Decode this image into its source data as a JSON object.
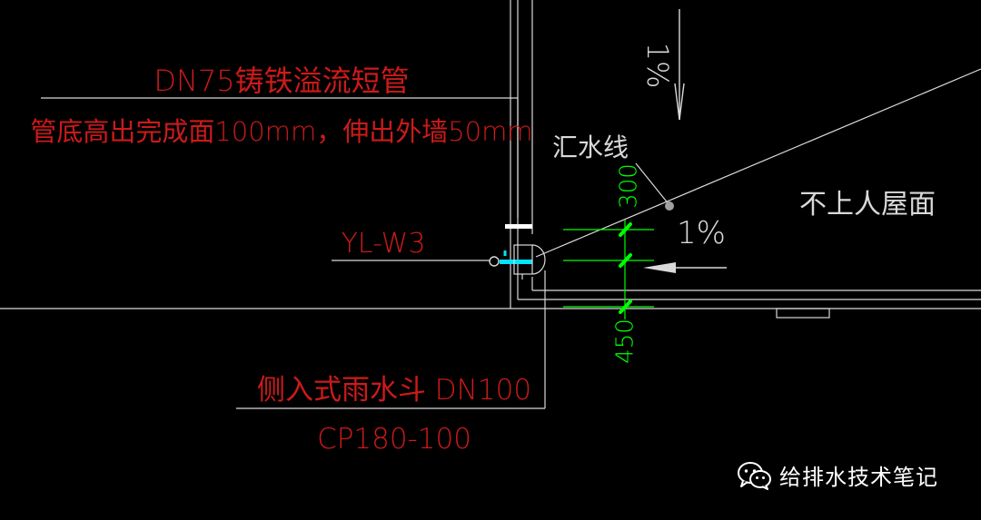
{
  "drawing": {
    "overflow_pipe_title": "DN75铸铁溢流短管",
    "overflow_pipe_note": "管底高出完成面100mm，伸出外墙50mm",
    "pipe_tag": "YL-W3",
    "collection_line_label": "汇水线",
    "roof_label": "不上人屋面",
    "slope_vertical": "1%",
    "slope_roof": "1%",
    "dim_upper": "300",
    "dim_lower": "450",
    "rain_hopper_title": "侧入式雨水斗 DN100",
    "rain_hopper_model": "CP180-100"
  },
  "colors": {
    "background": "#000000",
    "annotation_red": "#cc1a1a",
    "line_white": "#d9d9d9",
    "dimension_green": "#00ff00",
    "pipe_cyan": "#00e5ff",
    "hidden_gray": "#bdbdbd"
  },
  "watermark": {
    "icon": "wechat-icon",
    "text": "给排水技术笔记"
  }
}
